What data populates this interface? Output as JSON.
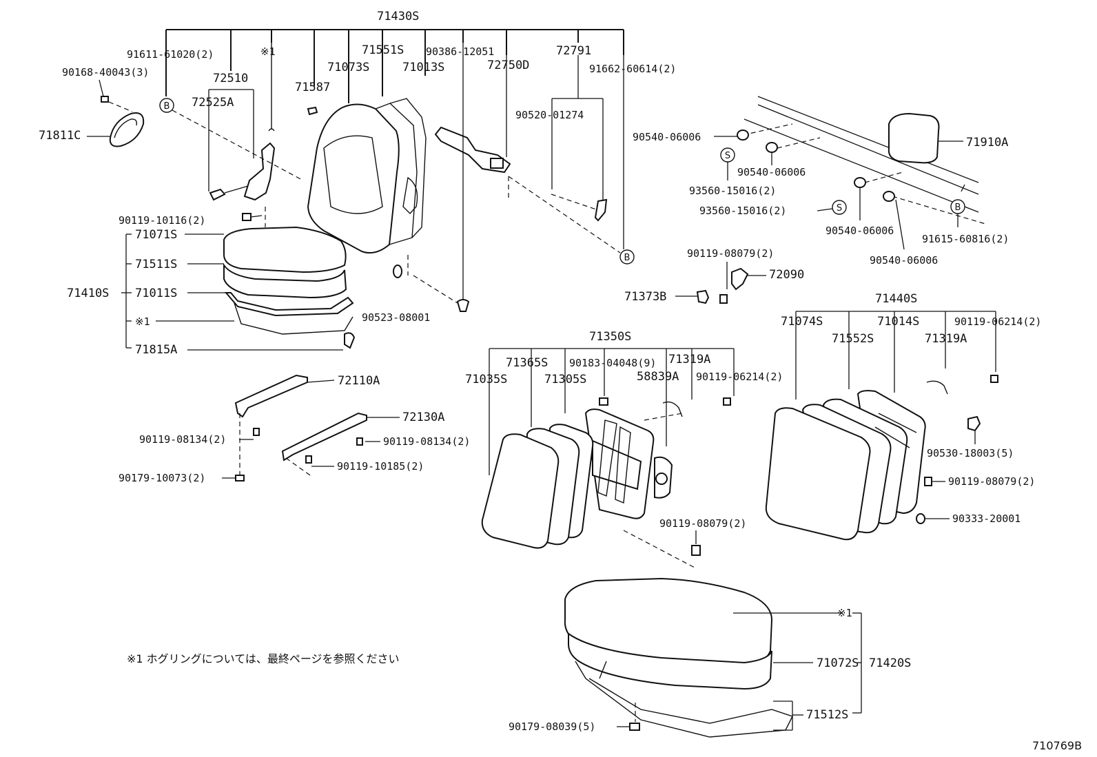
{
  "diagram": {
    "labels": {
      "l71430S": "71430S",
      "l91611": "91611-61020(2)",
      "lX1a": "※1",
      "l71551S": "71551S",
      "l90386": "90386-12051",
      "l72791": "72791",
      "l90168": "90168-40043(3)",
      "l72510": "72510",
      "l71587": "71587",
      "l71073S": "71073S",
      "l71013S": "71013S",
      "l72750D": "72750D",
      "l91662": "91662-60614(2)",
      "l72525A": "72525A",
      "l90520": "90520-01274",
      "l71811C": "71811C",
      "l90119_10116": "90119-10116(2)",
      "l71071S": "71071S",
      "l71511S": "71511S",
      "l71410S": "71410S",
      "l71011S": "71011S",
      "lX1b": "※1",
      "l71815A": "71815A",
      "l90523": "90523-08001",
      "l90540_a": "90540-06006",
      "l90540_b": "90540-06006",
      "l93560_a": "93560-15016(2)",
      "l93560_b": "93560-15016(2)",
      "l90540_c": "90540-06006",
      "l90540_d": "90540-06006",
      "l71910A": "71910A",
      "l91615": "91615-60816(2)",
      "l90119_08079a": "90119-08079(2)",
      "l72090": "72090",
      "l71373B": "71373B",
      "l71440S": "71440S",
      "l71074S": "71074S",
      "l71014S": "71014S",
      "l90119_06214a": "90119-06214(2)",
      "l71552S": "71552S",
      "l71319A_r": "71319A",
      "l71350S": "71350S",
      "l71365S": "71365S",
      "l90183": "90183-04048(9)",
      "l71319A_m": "71319A",
      "l71035S": "71035S",
      "l71305S": "71305S",
      "l58839A": "58839A",
      "l90119_06214b": "90119-06214(2)",
      "l72110A": "72110A",
      "l72130A": "72130A",
      "l90119_08134a": "90119-08134(2)",
      "l90119_08134b": "90119-08134(2)",
      "l90119_10185": "90119-10185(2)",
      "l90179_10073": "90179-10073(2)",
      "l90530": "90530-18003(5)",
      "l90119_08079b": "90119-08079(2)",
      "l90333": "90333-20001",
      "l90119_08079c": "90119-08079(2)",
      "lX1c": "※1",
      "l71072S": "71072S",
      "l71420S": "71420S",
      "l71512S": "71512S",
      "l90179_08039": "90179-08039(5)"
    },
    "callouts": {
      "b1": "B",
      "b2": "B",
      "b3": "B",
      "s1": "S",
      "s2": "S"
    },
    "footnote": "※1 ホグリングについては、最終ページを参照ください",
    "figure_ref": "710769B"
  }
}
